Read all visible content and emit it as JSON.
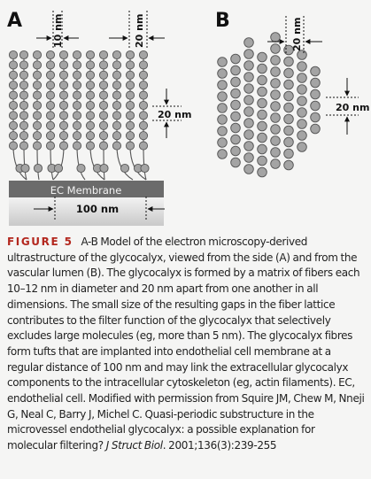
{
  "panels": {
    "a_label": "A",
    "b_label": "B"
  },
  "annotations": {
    "a_fiber_diameter": "10 nm",
    "a_fiber_spacing": "20 nm",
    "a_vertical_spacing": "20 nm",
    "b_spacing_top": "20 nm",
    "b_spacing_right": "20 nm",
    "membrane_label": "EC Membrane",
    "tuft_spacing": "100 nm"
  },
  "caption": {
    "label": "FIGURE 5",
    "text_1": "A-B Model of the electron microscopy-derived ultrastructure of the glycocalyx, viewed from the side (A) and from the vascular lumen (B). The glycocalyx is formed by a matrix of fibers each 10–12 nm in diameter and 20 nm apart from one another in all dimensions. The small size of the resulting gaps in the fiber lattice contributes to the filter function of the glycocalyx that selectively excludes large molecules (eg, more than 5 nm). The glycocalyx fibres form tufts that are implanted into endothelial cell membrane at a regular distance of 100 nm and may link the extracellular glycocalyx components to the intracellular cytoskeleton (eg, actin filaments). EC, endothelial cell. Modified with permission from Squire JM, Chew M, Nneji G, Neal C, Barry J, Michel C. Quasi-periodic substructure in the microvessel endothelial glycocalyx: a possible explanation for molecular filtering? ",
    "journal": "J Struct Biol",
    "text_2": ". 2001;136(3):239-255"
  },
  "colors": {
    "bead_fill": "#a4a4a4",
    "bead_stroke": "#555555",
    "membrane_dark": "#6b6b6b",
    "caption_label": "#b3271e"
  }
}
